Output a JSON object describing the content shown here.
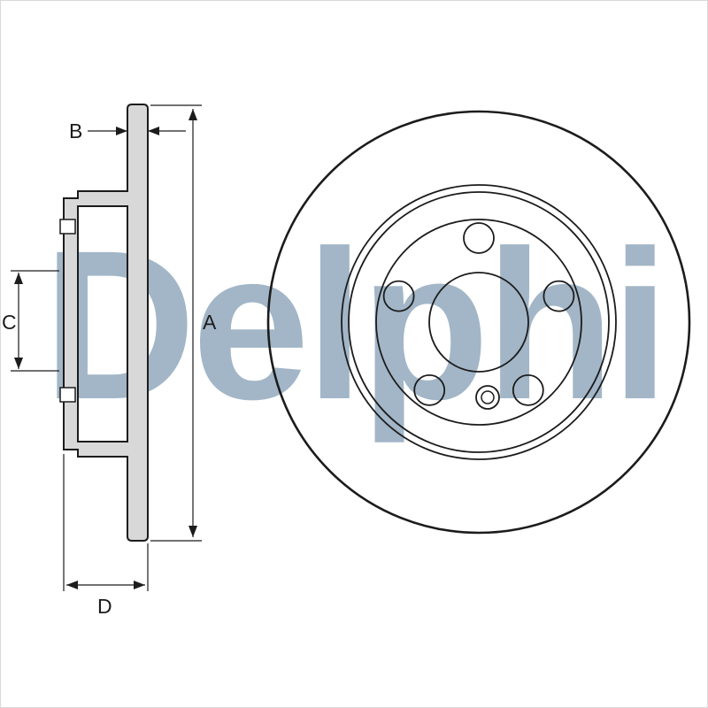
{
  "colors": {
    "line": "#1c1c1c",
    "section_fill": "#d8d8d8",
    "watermark": "#a2b6c7",
    "background": "#ffffff"
  },
  "watermark": {
    "text": "Delphi"
  },
  "dimension_labels": {
    "a": "A",
    "b": "B",
    "c": "C",
    "d": "D"
  }
}
